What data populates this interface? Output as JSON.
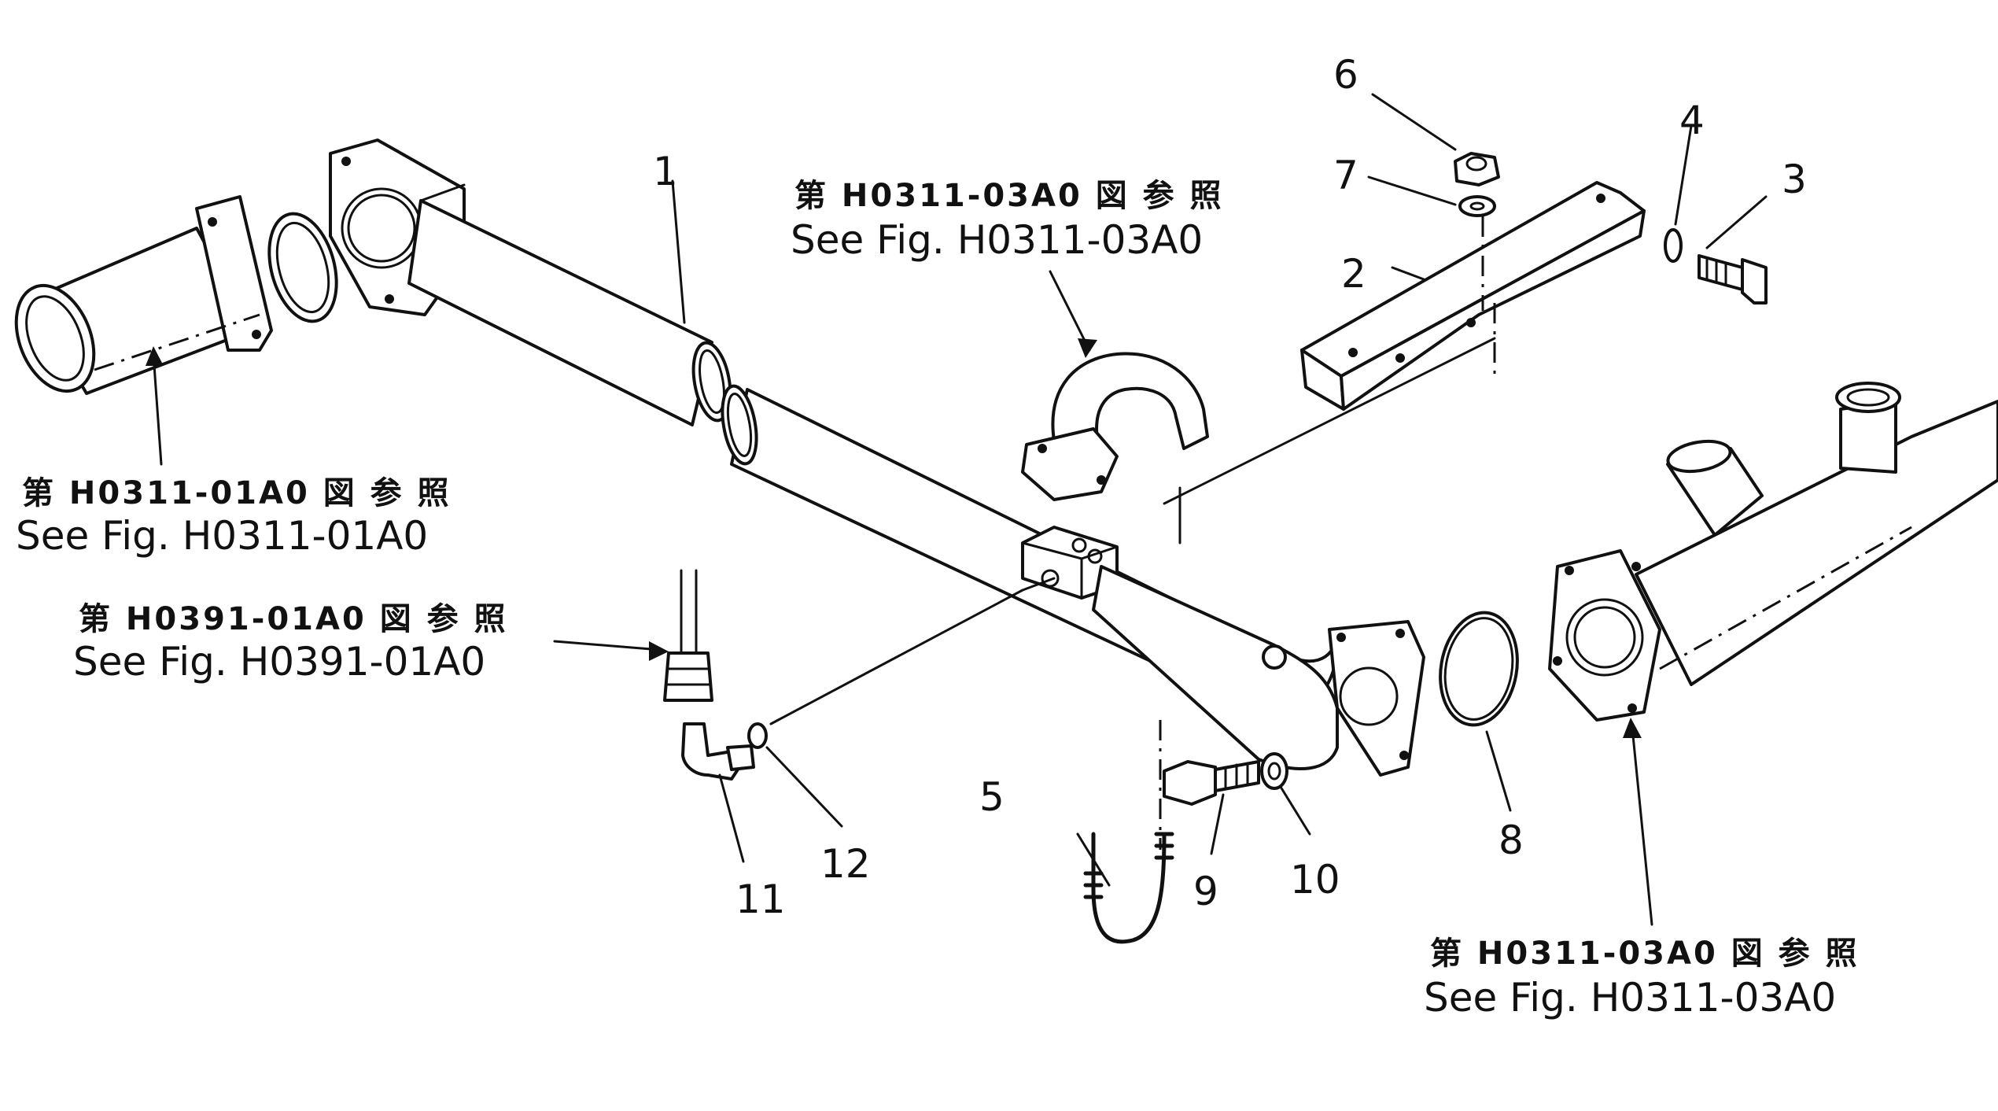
{
  "part_numbers": [
    "1",
    "2",
    "3",
    "4",
    "5",
    "6",
    "7",
    "8",
    "9",
    "10",
    "11",
    "12"
  ],
  "refs": [
    {
      "jp": "第 H0311-03A0 図 参 照",
      "en": "See Fig. H0311-03A0"
    },
    {
      "jp": "第 H0311-01A0 図 参 照",
      "en": "See Fig. H0311-01A0"
    },
    {
      "jp": "第 H0391-01A0 図 参 照",
      "en": "See Fig. H0391-01A0"
    },
    {
      "jp": "第 H0311-03A0 図 参 照",
      "en": "See Fig. H0311-03A0"
    }
  ]
}
